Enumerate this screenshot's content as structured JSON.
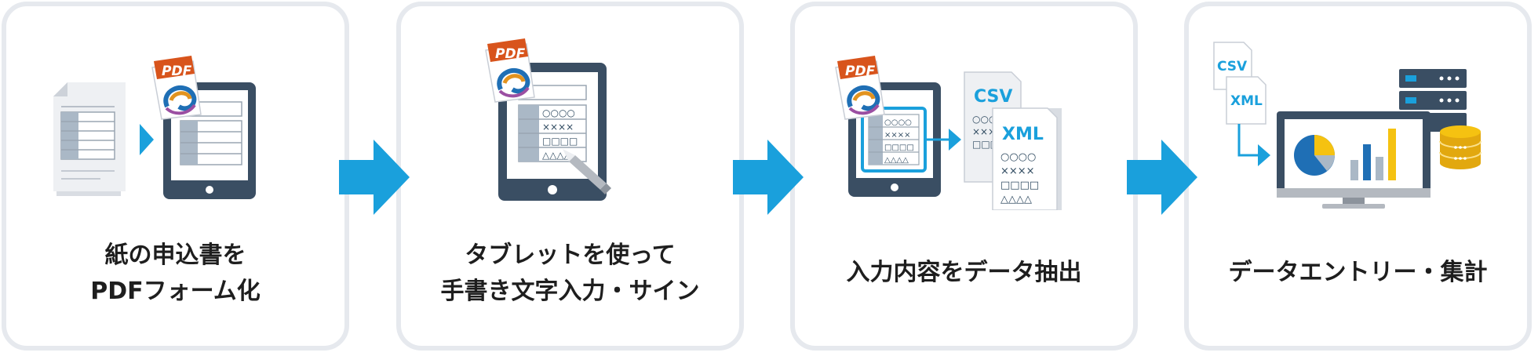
{
  "steps": [
    {
      "caption_line1": "紙の申込書を",
      "caption_line2": "PDFフォーム化"
    },
    {
      "caption_line1": "タブレットを使って",
      "caption_line2": "手書き文字入力・サイン"
    },
    {
      "caption_line1": "入力内容をデータ抽出",
      "caption_line2": ""
    },
    {
      "caption_line1": "データエントリー・集計",
      "caption_line2": ""
    }
  ],
  "icon_labels": {
    "pdf": "PDF",
    "csv": "CSV",
    "xml": "XML"
  },
  "form_marks": {
    "circles": "○○○○",
    "crosses": "××××",
    "squares": "□□□□",
    "triangles": "△△△△"
  },
  "colors": {
    "accent_blue": "#1aa0dc",
    "navy": "#3a4e63",
    "card_border": "#e6e9ee",
    "chart_yellow": "#f5c211",
    "chart_blue": "#1f6fb5"
  },
  "icons": [
    "paper-form-icon",
    "pdf-logo-icon",
    "tablet-icon",
    "pen-icon",
    "csv-file-icon",
    "xml-file-icon",
    "monitor-chart-icon",
    "server-icon",
    "database-icon",
    "flow-arrow-icon"
  ]
}
